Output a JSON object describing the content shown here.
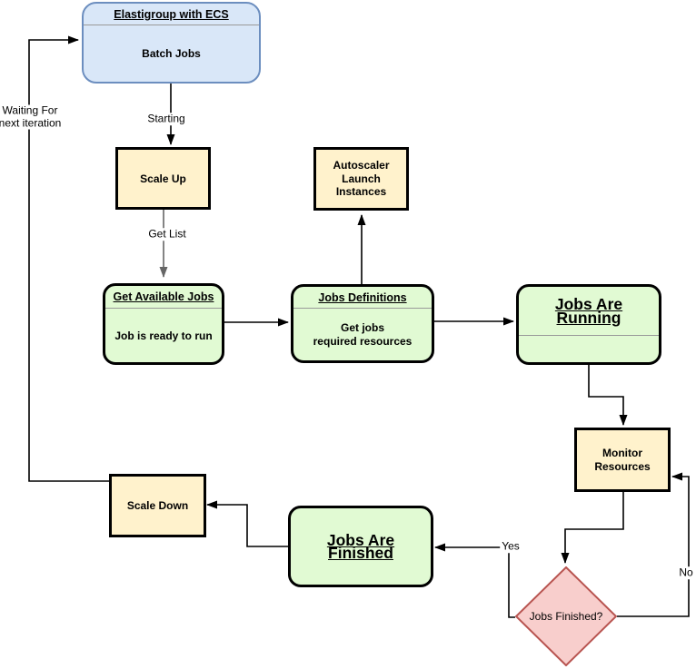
{
  "colors": {
    "blue_fill": "#d9e7f8",
    "blue_border": "#6c8ebf",
    "yellow_fill": "#fff2cc",
    "green_fill": "#e1fad3",
    "pink_fill": "#f8cecc",
    "pink_border": "#b85450",
    "node_border": "#000000",
    "divider": "#999999",
    "edge": "#000000",
    "edge_gray": "#666666"
  },
  "nodes": {
    "elastigroup": {
      "title": "Elastigroup with ECS",
      "body": "Batch Jobs"
    },
    "scale_up": {
      "label": "Scale Up"
    },
    "autoscaler": {
      "label": "Autoscaler\nLaunch\nInstances"
    },
    "get_available_jobs": {
      "title": "Get Available Jobs",
      "body": "Job is ready to run"
    },
    "jobs_definitions": {
      "title": "Jobs Definitions",
      "body": "Get jobs\nrequired resources"
    },
    "jobs_are_running": {
      "title": "Jobs Are\nRunning"
    },
    "monitor_resources": {
      "label": "Monitor\nResources"
    },
    "jobs_finished_decision": {
      "label": "Jobs Finished?"
    },
    "jobs_are_finished": {
      "title": "Jobs Are\nFinished"
    },
    "scale_down": {
      "label": "Scale Down"
    }
  },
  "edge_labels": {
    "starting": "Starting",
    "get_list": "Get List",
    "waiting": "Waiting For\nnext iteration",
    "yes": "Yes",
    "no": "No"
  }
}
